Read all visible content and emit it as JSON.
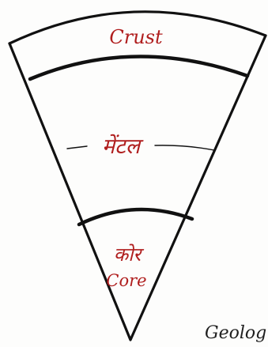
{
  "diagram": {
    "layers": [
      {
        "key": "crust",
        "label": "Crust"
      },
      {
        "key": "mantle",
        "label": "मेंटल"
      },
      {
        "key": "core",
        "label_hindi": "कोर",
        "label_english": "Core"
      }
    ],
    "footer_text": "Geolog",
    "colors": {
      "label_red": "#b01e1e",
      "ink": "#111111",
      "paper": "#fdfdfc"
    }
  }
}
